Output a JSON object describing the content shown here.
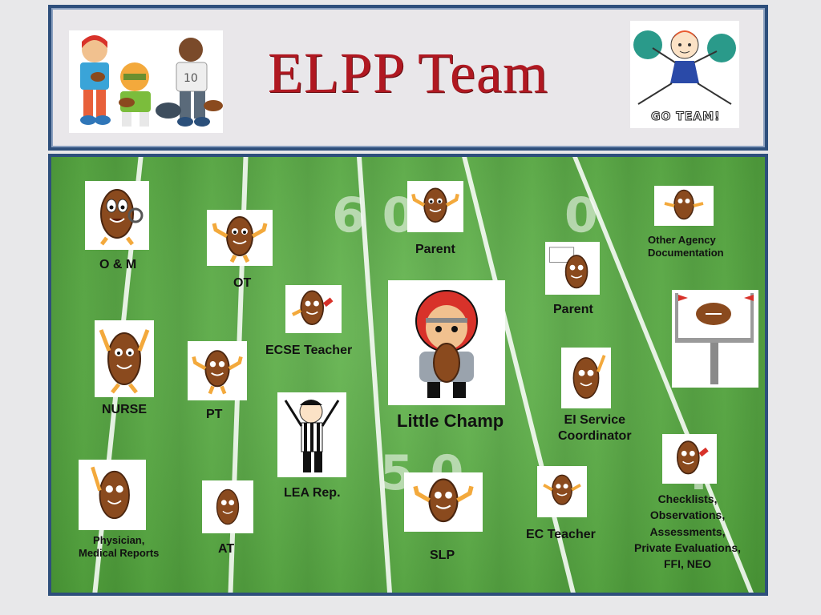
{
  "header": {
    "title": "ELPP Team",
    "go_team_text": "GO TEAM!",
    "jersey_number": "10"
  },
  "labels": {
    "om": "O & M",
    "ot": "OT",
    "parent_top": "Parent",
    "other_agency": "Other Agency\nDocumentation",
    "ecse": "ECSE Teacher",
    "parent_right": "Parent",
    "nurse": "NURSE",
    "pt": "PT",
    "little_champ": "Little Champ",
    "ei_service": "EI Service\nCoordinator",
    "lea": "LEA Rep.",
    "physician": "Physician,\nMedical Reports",
    "at": "AT",
    "slp": "SLP",
    "ec_teacher": "EC Teacher",
    "checklists": "Checklists,\nObservations,\nAssessments,\nPrivate Evaluations,\nFFI, NEO"
  },
  "colors": {
    "title": "#b01821",
    "frame": "#2e4f7c",
    "field": "#4fa33a"
  },
  "icons": [
    "football-mascot-icon",
    "referee-icon",
    "football-player-icon",
    "cheerleader-icon",
    "goalpost-icon"
  ]
}
